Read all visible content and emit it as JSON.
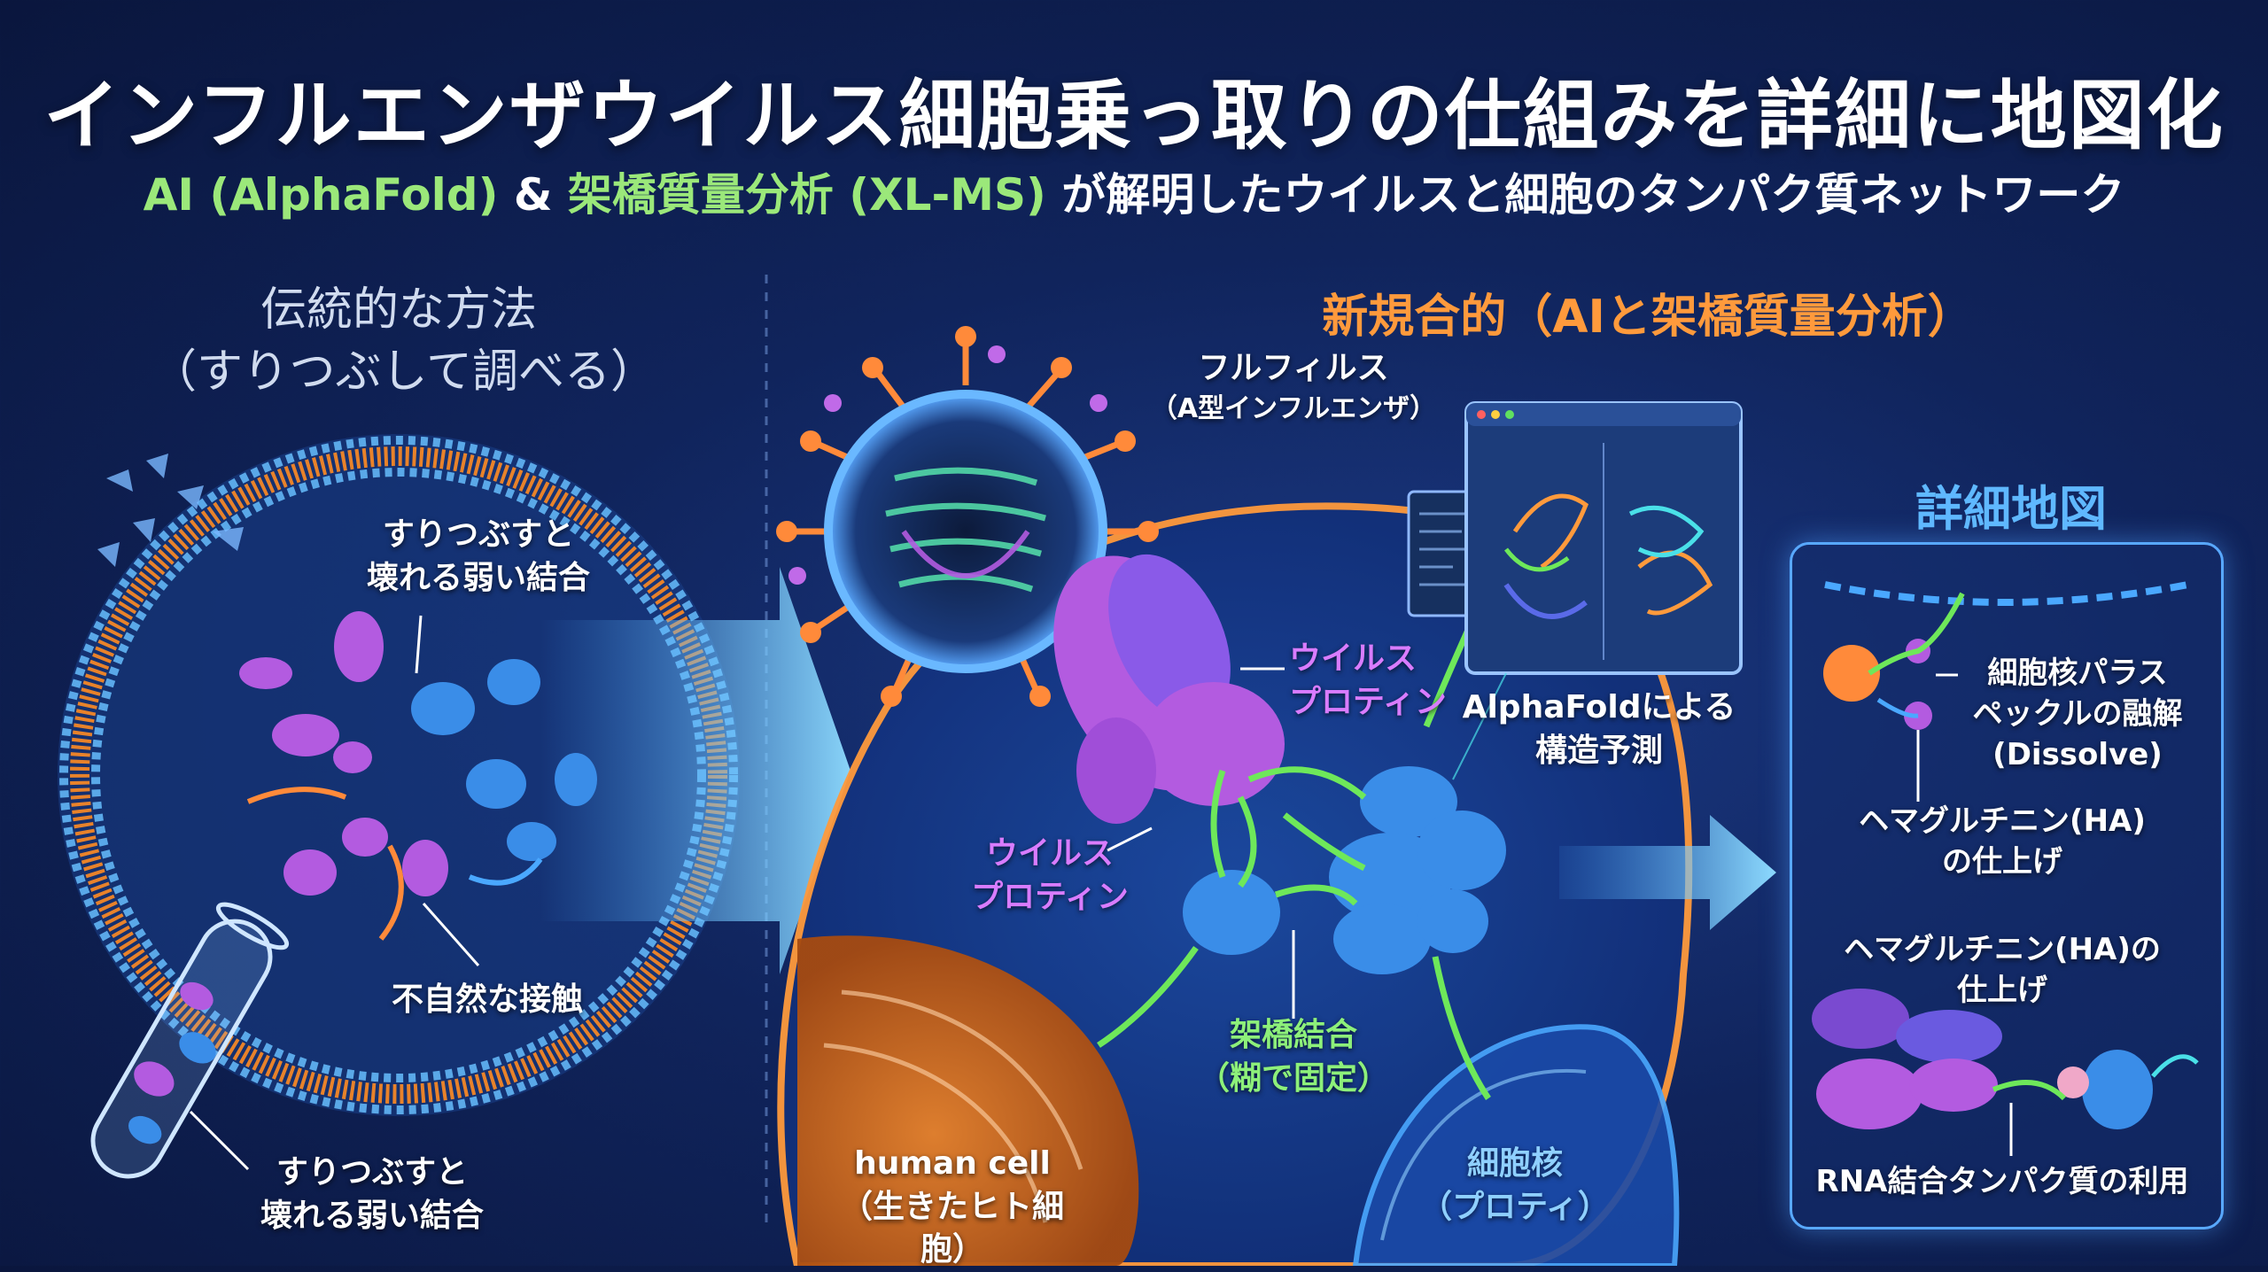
{
  "header": {
    "title": "インフルエンザウイルス細胞乗っ取りの仕組みを詳細に地図化",
    "subtitle_ai": "AI (AlphaFold)",
    "subtitle_amp": " & ",
    "subtitle_xlms": "架橋質量分析 (XL-MS)",
    "subtitle_rest": " が解明したウイルスと細胞のタンパク質ネットワーク"
  },
  "traditional": {
    "heading_line1": "伝統的な方法",
    "heading_line2": "（すりつぶして調べる）",
    "label_weak_top": "すりつぶすと\n壊れる弱い結合",
    "label_unnatural": "不自然な接触",
    "label_weak_bottom": "すりつぶすと\n壊れる弱い結合"
  },
  "new_method": {
    "heading": "新規合的（AIと架橋質量分析）",
    "virus_name": "フルフィルス",
    "virus_type": "（A型インフルエンザ）",
    "label_viral_protein_1": "ウイルス\nプロティン",
    "label_alphafold": "AlphaFoldによる\n構造予測",
    "label_viral_protein_2": "ウイルス\nプロティン",
    "label_crosslink": "架橋結合\n（糊で固定）",
    "label_human_cell": "human cell\n（生きたヒト細胞）",
    "label_nucleus": "細胞核\n（プロティ）"
  },
  "detail_map": {
    "heading": "詳細地図",
    "label_nucleus_dissolve": "細胞核パラス\nペックルの融解\n(Dissolve)",
    "label_ha_finish_1": "ヘマグルチニン(HA)\nの仕上げ",
    "label_ha_finish_2": "ヘマグルチニン(HA)の\n仕上げ",
    "label_rna": "RNA結合タンパク質の利用"
  },
  "colors": {
    "background": "#10245c",
    "accent_green": "#9be87a",
    "accent_orange": "#ff9a3c",
    "accent_blue": "#5fb8ff",
    "protein_purple": "#b35be0",
    "protein_blue": "#3a8de8",
    "membrane_orange": "#e8822a"
  }
}
